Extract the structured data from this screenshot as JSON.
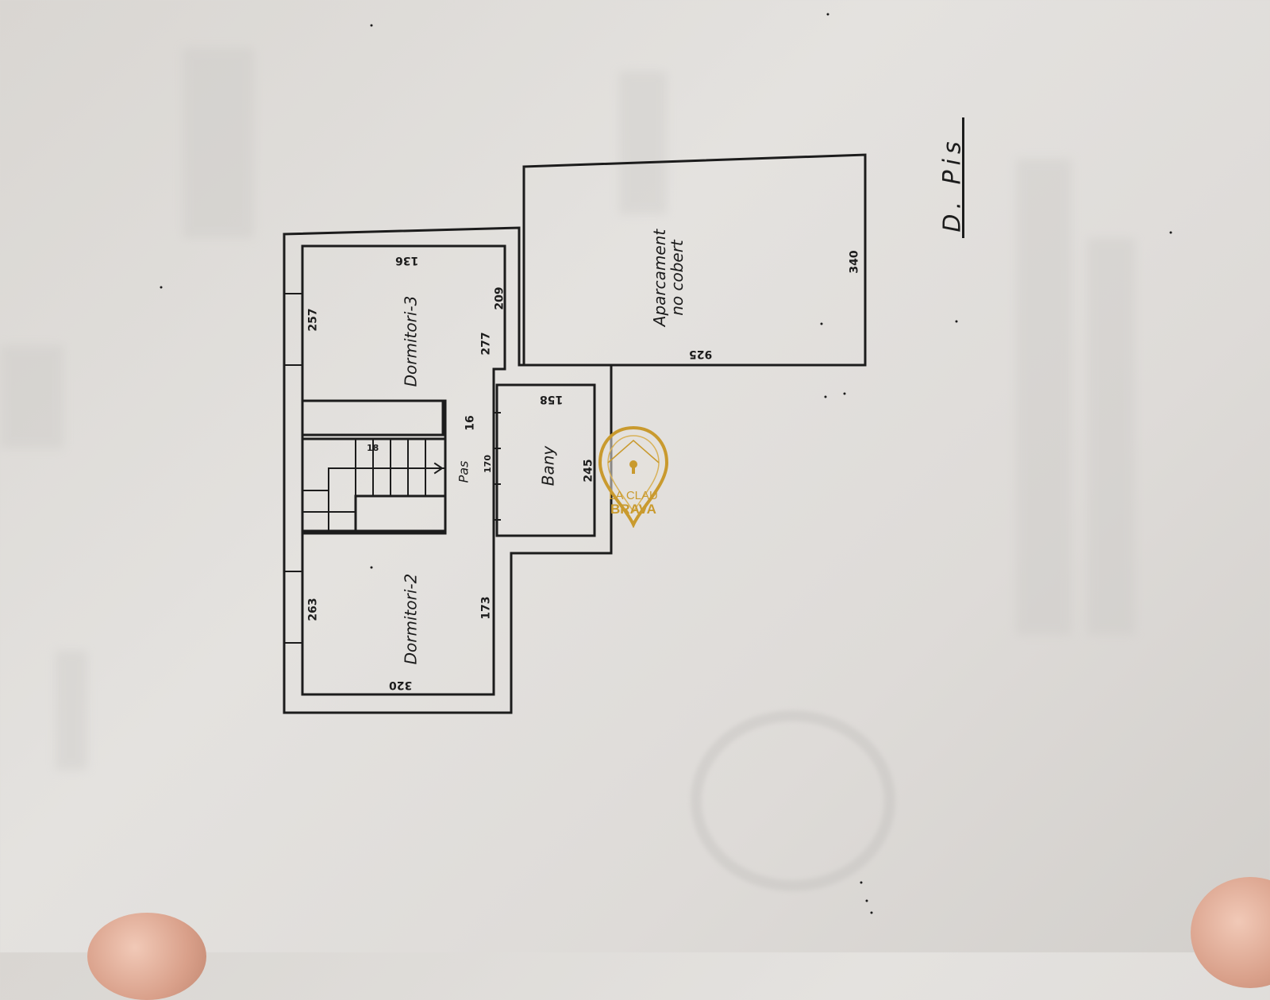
{
  "title": "D. Pis",
  "rooms": {
    "dormitori3": "Dormitori-3",
    "dormitori2": "Dormitori-2",
    "bany": "Bany",
    "pas": "Pas",
    "parking_line1": "Aparcament",
    "parking_line2": "no cobert"
  },
  "dimensions": {
    "d3_top": "136",
    "d3_left": "257",
    "d3_right_a": "277",
    "d3_right_b": "209",
    "d2_left": "263",
    "d2_right": "173",
    "d2_bottom": "320",
    "bany_top": "158",
    "bany_right": "245",
    "pas_a": "16",
    "pas_b": "170",
    "stair_mark": "18",
    "parking_right": "340",
    "parking_bottom": "925"
  },
  "watermark": {
    "line1": "LA CLAU",
    "line2": "BRAVA",
    "color": "#c99a2e"
  },
  "colors": {
    "ink": "#1c1c1c",
    "paper": "#e0ddd9"
  }
}
